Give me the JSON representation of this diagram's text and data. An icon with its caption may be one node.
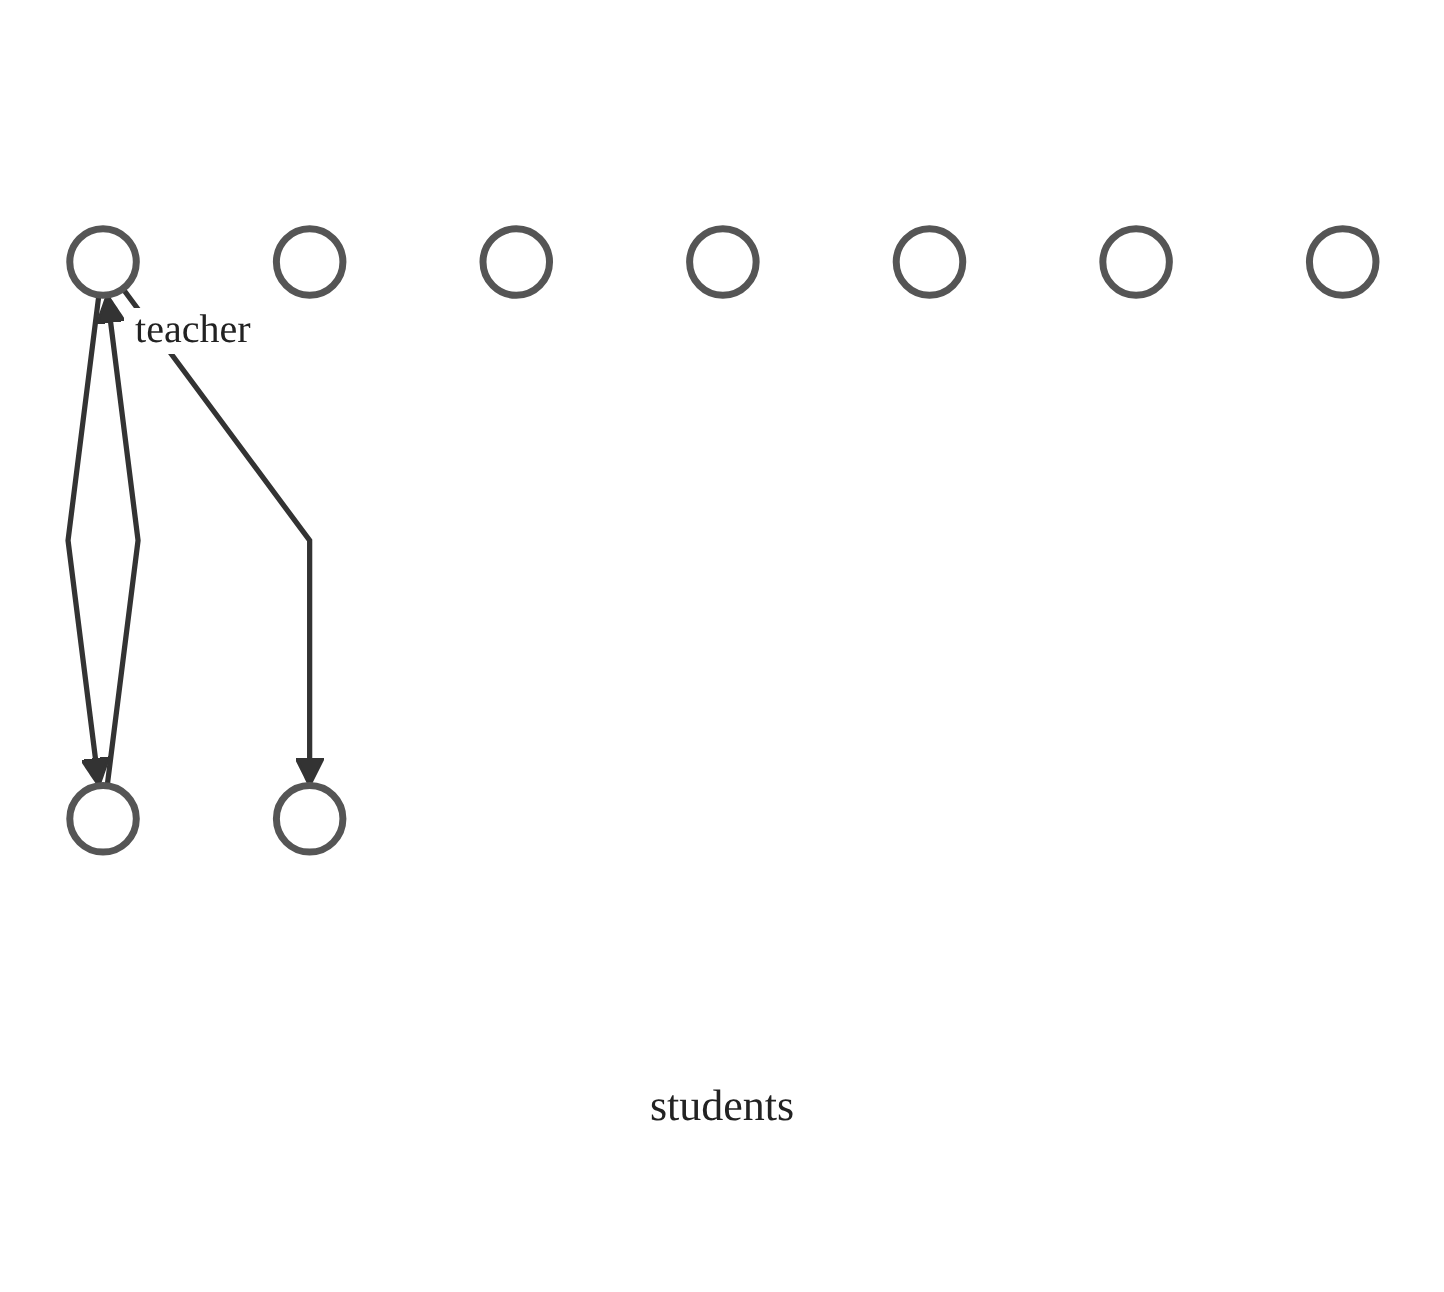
{
  "diagram": {
    "nodes": [
      {
        "text": [],
        "shape": "circle",
        "beside": [
          "teacher"
        ]
      },
      {
        "text": [],
        "shape": "circle"
      },
      {
        "text": [],
        "shape": "circle"
      },
      {
        "text": [],
        "shape": "circle"
      },
      {
        "text": [],
        "shape": "circle"
      },
      {
        "text": [],
        "shape": "circle"
      },
      {
        "text": [],
        "shape": "circle"
      },
      {
        "text": [],
        "shape": "circle"
      },
      {
        "text": [],
        "shape": "circle"
      }
    ],
    "edges": [
      {
        "from": 0,
        "to": 3,
        "arrow": "to"
      },
      {
        "from": 3,
        "to": 0,
        "arrow": "to"
      },
      {
        "from": 0,
        "to": 6,
        "arrow": "to"
      }
    ],
    "labels": [
      "students"
    ]
  }
}
